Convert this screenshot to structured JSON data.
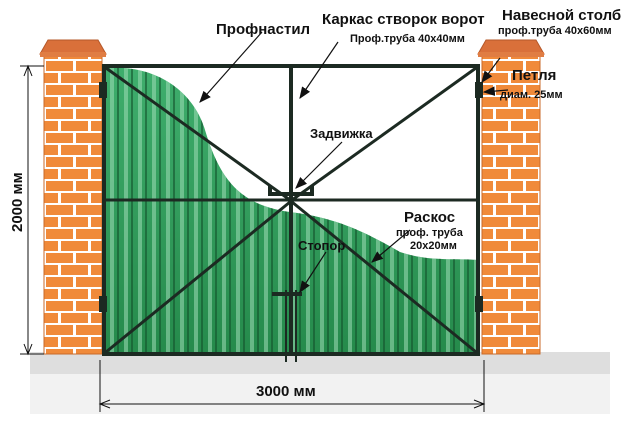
{
  "labels": {
    "profnastil": "Профнастил",
    "frame_title": "Каркас створок ворот",
    "frame_sub": "Проф.труба 40х40мм",
    "post_title": "Навесной столб",
    "post_sub": "проф.труба 40х60мм",
    "hinge_title": "Петля",
    "hinge_sub": "диам. 25мм",
    "latch": "Задвижка",
    "brace_title": "Раскос",
    "brace_sub1": "проф. труба",
    "brace_sub2": "20х20мм",
    "stopper": "Стопор",
    "height": "2000 мм",
    "width": "3000 мм"
  },
  "colors": {
    "brick": "#f08a3a",
    "mortar": "#ffffff",
    "cap": "#d9703a",
    "green": "#2f9a5a",
    "green_light": "#bfe6cf",
    "frame": "#1c2a22",
    "ground": "#d8d8d8"
  }
}
